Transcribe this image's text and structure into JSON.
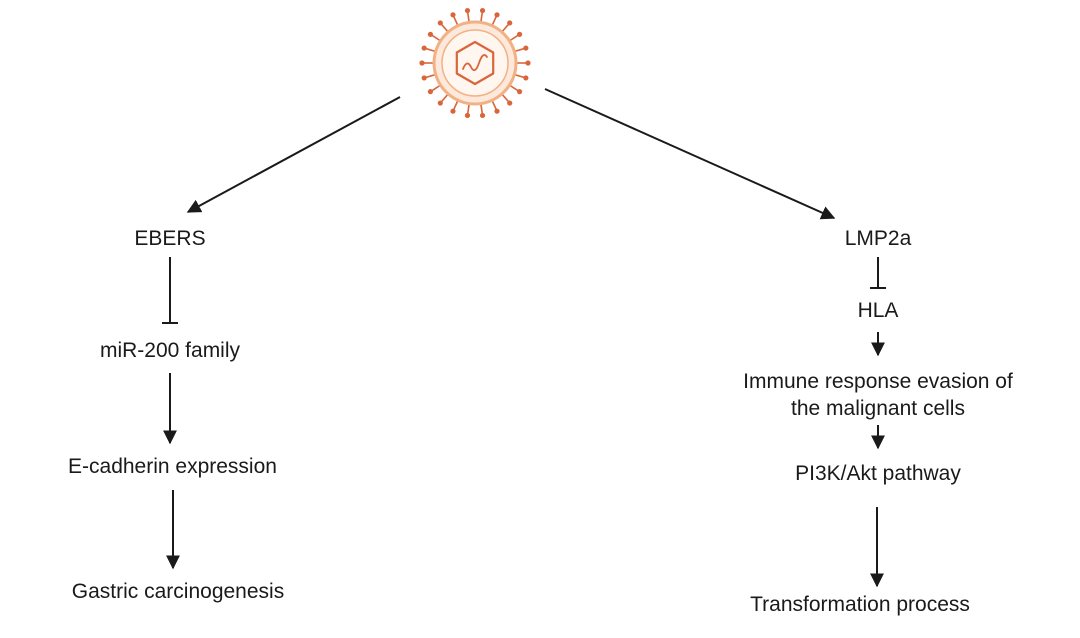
{
  "diagram": {
    "virus_icon": "virus-icon",
    "colors": {
      "virus_spike": "#d9653b",
      "virus_ring": "#f2b184",
      "virus_fill": "#fde9dc",
      "line": "#1a1a1a"
    },
    "left_branch": {
      "ebers": "EBERS",
      "mir200": "miR-200 family",
      "ecadherin": "E-cadherin expression",
      "gastric": "Gastric carcinogenesis"
    },
    "right_branch": {
      "lmp2a": "LMP2a",
      "hla": "HLA",
      "immune_line1": "Immune response evasion of",
      "immune_line2": "the malignant cells",
      "pi3k": "PI3K/Akt pathway",
      "transformation": "Transformation process"
    }
  }
}
